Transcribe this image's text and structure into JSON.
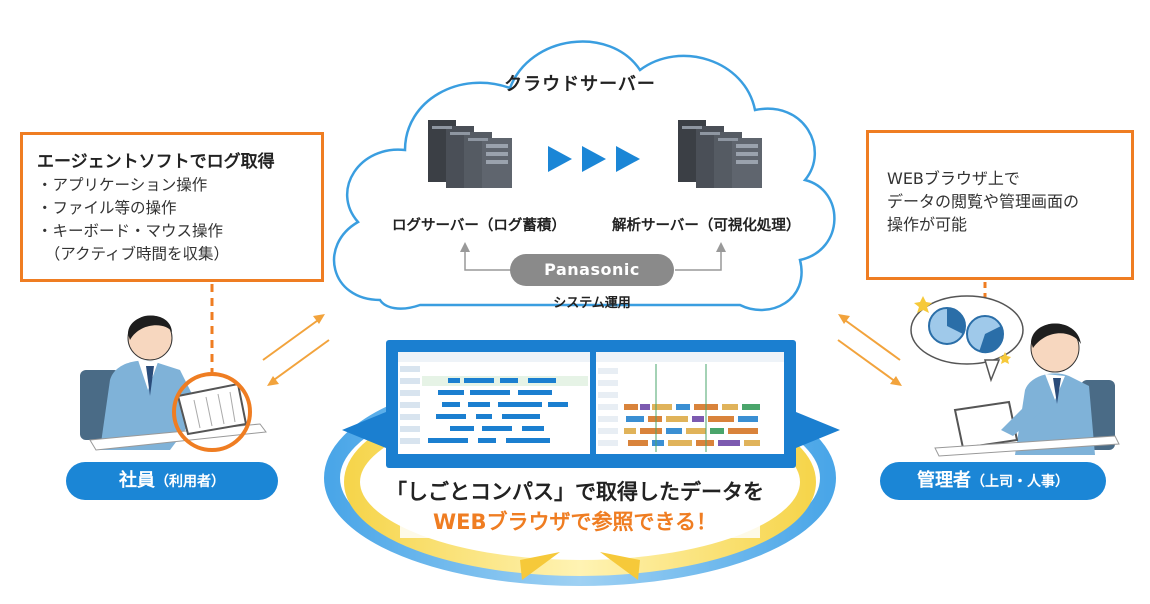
{
  "cloud": {
    "title": "クラウドサーバー",
    "log_server_label": "ログサーバー（ログ蓄積）",
    "analysis_server_label": "解析サーバー（可視化処理）",
    "vendor": "Panasonic",
    "operation": "システム運用"
  },
  "left_box": {
    "title": "エージェントソフトでログ取得",
    "lines": [
      "・アプリケーション操作",
      "・ファイル等の操作",
      "・キーボード・マウス操作",
      "　（アクティブ時間を収集）"
    ]
  },
  "right_box": {
    "lines": [
      "WEBブラウザ上で",
      "データの閲覧や管理画面の",
      "操作が可能"
    ]
  },
  "employee_badge": {
    "main": "社員",
    "sub": "（利用者）"
  },
  "manager_badge": {
    "main": "管理者",
    "sub": "（上司・人事）"
  },
  "caption": {
    "line1": "「しごとコンパス」で取得したデータを",
    "line2": "WEBブラウザで参照できる！"
  },
  "colors": {
    "accent_orange": "#ef7d22",
    "badge_blue": "#1b86d6",
    "panel_blue": "#1b7fd0",
    "cloud_stroke": "#3a9ee0",
    "pill_gray": "#8a8a8a"
  }
}
